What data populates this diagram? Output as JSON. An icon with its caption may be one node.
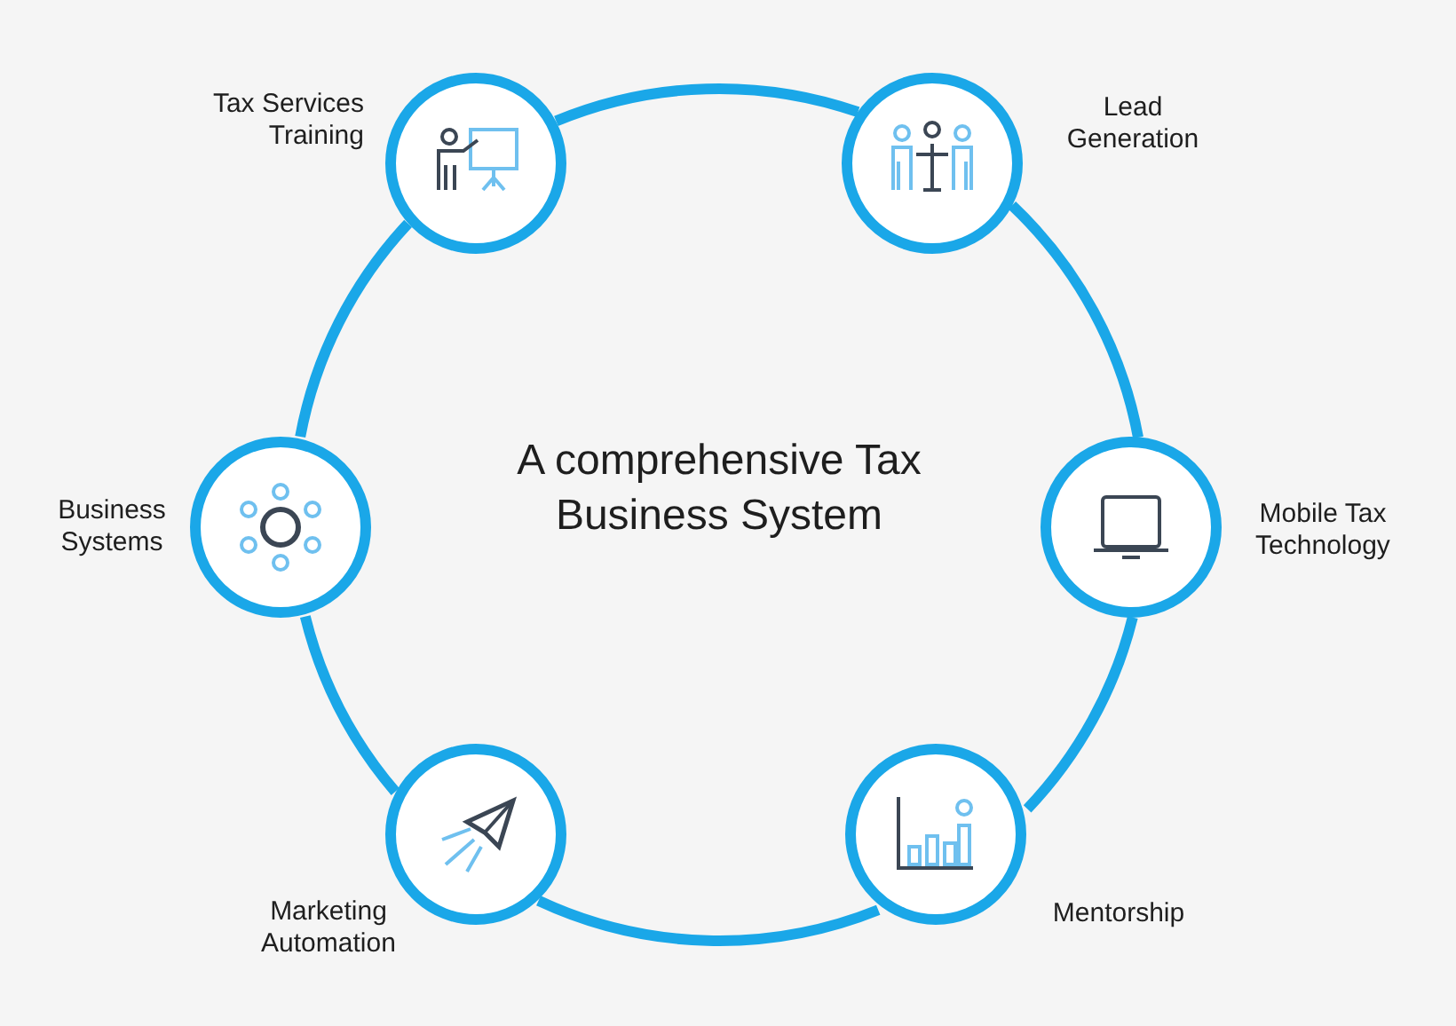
{
  "diagram": {
    "nodes": [
      {
        "text": [
          "A comprehensive Tax Business System"
        ]
      },
      {
        "text": [],
        "shape": "circle",
        "beside": [
          "Tax Services Training"
        ]
      },
      {
        "text": [],
        "shape": "circle",
        "beside": [
          "Lead Generation"
        ]
      },
      {
        "text": [],
        "shape": "circle",
        "beside": [
          "Business Systems"
        ]
      },
      {
        "text": [],
        "shape": "circle",
        "beside": [
          "Mobile Tax Technology"
        ]
      },
      {
        "text": [],
        "shape": "circle",
        "beside": [
          "Marketing Automation"
        ]
      },
      {
        "text": [],
        "shape": "circle",
        "beside": [
          "Mentorship"
        ]
      }
    ],
    "edges": [
      {
        "from": 1,
        "to": 2,
        "arrow": "none"
      },
      {
        "from": 2,
        "to": 4,
        "arrow": "none"
      },
      {
        "from": 4,
        "to": 6,
        "arrow": "none"
      },
      {
        "from": 6,
        "to": 5,
        "arrow": "none"
      },
      {
        "from": 5,
        "to": 3,
        "arrow": "none"
      },
      {
        "from": 3,
        "to": 1,
        "arrow": "none"
      }
    ]
  }
}
